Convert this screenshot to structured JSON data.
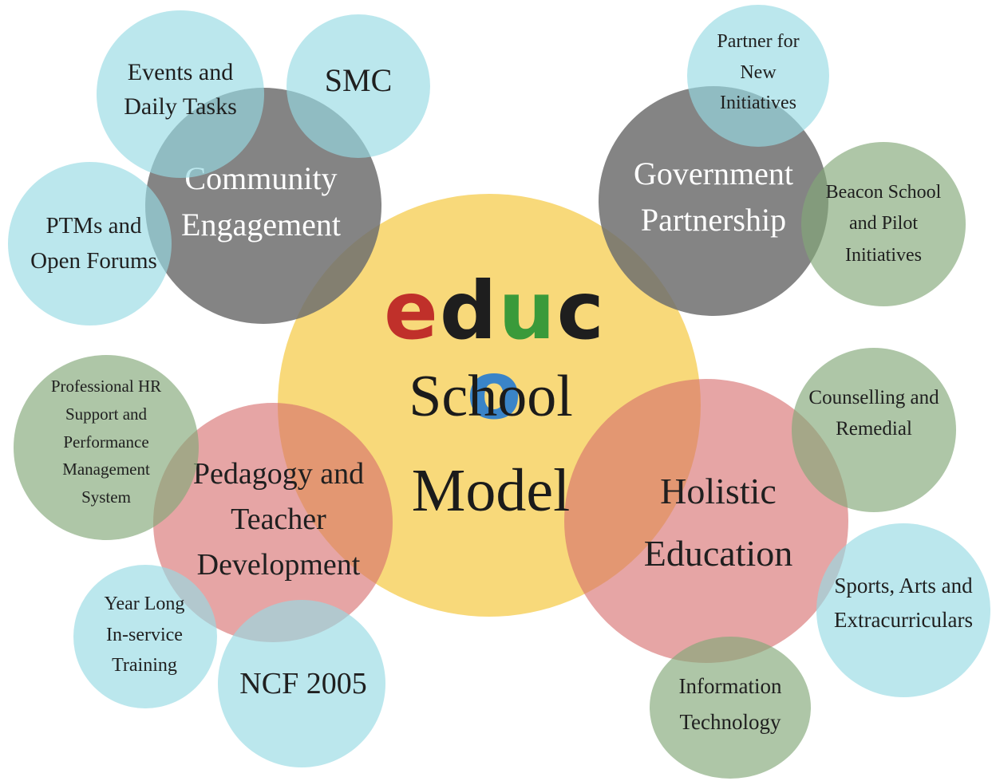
{
  "center": {
    "logo": {
      "letters": [
        {
          "char": "e",
          "color": "#c0302a"
        },
        {
          "char": "d",
          "color": "#1e1e1e"
        },
        {
          "char": "u",
          "color": "#3a9a3a"
        },
        {
          "char": "c",
          "color": "#1e1e1e"
        },
        {
          "char": "o",
          "color": "#3a84c8"
        }
      ]
    },
    "line1": "School",
    "line2": "Model"
  },
  "pillars": {
    "community": "Community\nEngagement",
    "government": "Government\nPartnership",
    "pedagogy": "Pedagogy and\nTeacher\nDevelopment",
    "holistic": "Holistic\nEducation"
  },
  "satellites": {
    "events": "Events and\nDaily Tasks",
    "smc": "SMC",
    "ptms": "PTMs and\nOpen Forums",
    "partner": "Partner for\nNew\nInitiatives",
    "beacon": "Beacon School\nand Pilot\nInitiatives",
    "hr": "Professional HR\nSupport and\nPerformance\nManagement\nSystem",
    "yearlong": "Year Long\nIn-service\nTraining",
    "ncf": "NCF 2005",
    "counselling": "Counselling and\nRemedial",
    "sports": "Sports, Arts and\nExtracurriculars",
    "it": "Information\nTechnology"
  },
  "colors": {
    "pillar_gray": "#6e6e6e",
    "satellite_blue": "#96dae4",
    "satellite_green": "#82a878",
    "pillar_red": "#d66e6e",
    "center_yellow": "#f6ce54"
  }
}
